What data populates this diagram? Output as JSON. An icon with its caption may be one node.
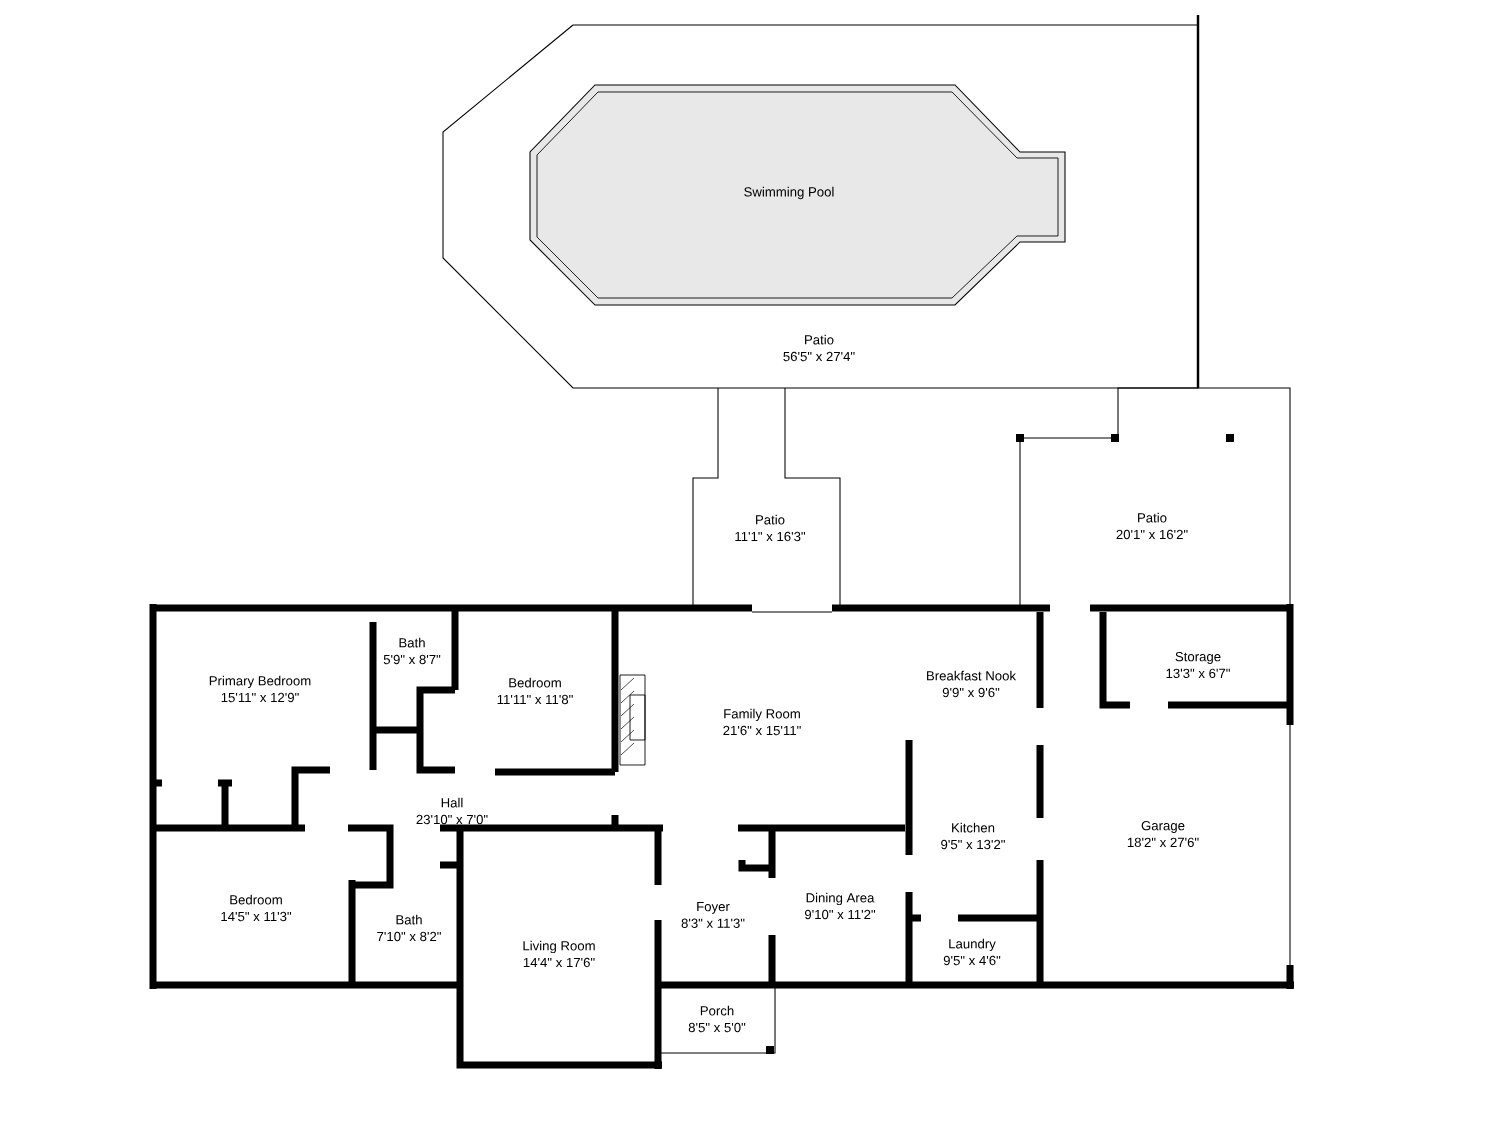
{
  "diagram": {
    "nodes": [
      {
        "text": [
          "Patio",
          "56'5\" x 27'4\""
        ]
      },
      {
        "text": [
          "Swimming Pool"
        ],
        "in": 0
      },
      {
        "text": [
          "Patio",
          "11'1\" x 16'3\""
        ]
      },
      {
        "text": [
          "Patio",
          "20'1\" x 16'2\""
        ]
      },
      {
        "text": [
          "Bath",
          "5'9\" x 8'7\""
        ]
      },
      {
        "text": [
          "Storage",
          "13'3\" x 6'7\""
        ]
      },
      {
        "text": [
          "Primary Bedroom",
          "15'11\" x 12'9\""
        ]
      },
      {
        "text": [
          "Breakfast Nook",
          "9'9\" x 9'6\""
        ]
      },
      {
        "text": [
          "Bedroom",
          "11'11\" x 11'8\""
        ]
      },
      {
        "text": [
          "Family Room",
          "21'6\" x 15'11\""
        ]
      },
      {
        "text": [
          "Hall",
          "23'10\" x 7'0\""
        ]
      },
      {
        "text": [
          "Kitchen",
          "9'5\" x 13'2\""
        ]
      },
      {
        "text": [
          "Garage",
          "18'2\" x 27'6\""
        ]
      },
      {
        "text": [
          "Bedroom",
          "14'5\" x 11'3\""
        ]
      },
      {
        "text": [
          "Dining Area",
          "9'10\" x 11'2\""
        ]
      },
      {
        "text": [
          "Foyer",
          "8'3\" x 11'3\""
        ]
      },
      {
        "text": [
          "Bath",
          "7'10\" x 8'2\""
        ]
      },
      {
        "text": [
          "Living Room",
          "14'4\" x 17'6\""
        ]
      },
      {
        "text": [
          "Laundry",
          "9'5\" x 4'6\""
        ]
      },
      {
        "text": [
          "Porch",
          "8'5\" x 5'0\""
        ]
      }
    ]
  }
}
